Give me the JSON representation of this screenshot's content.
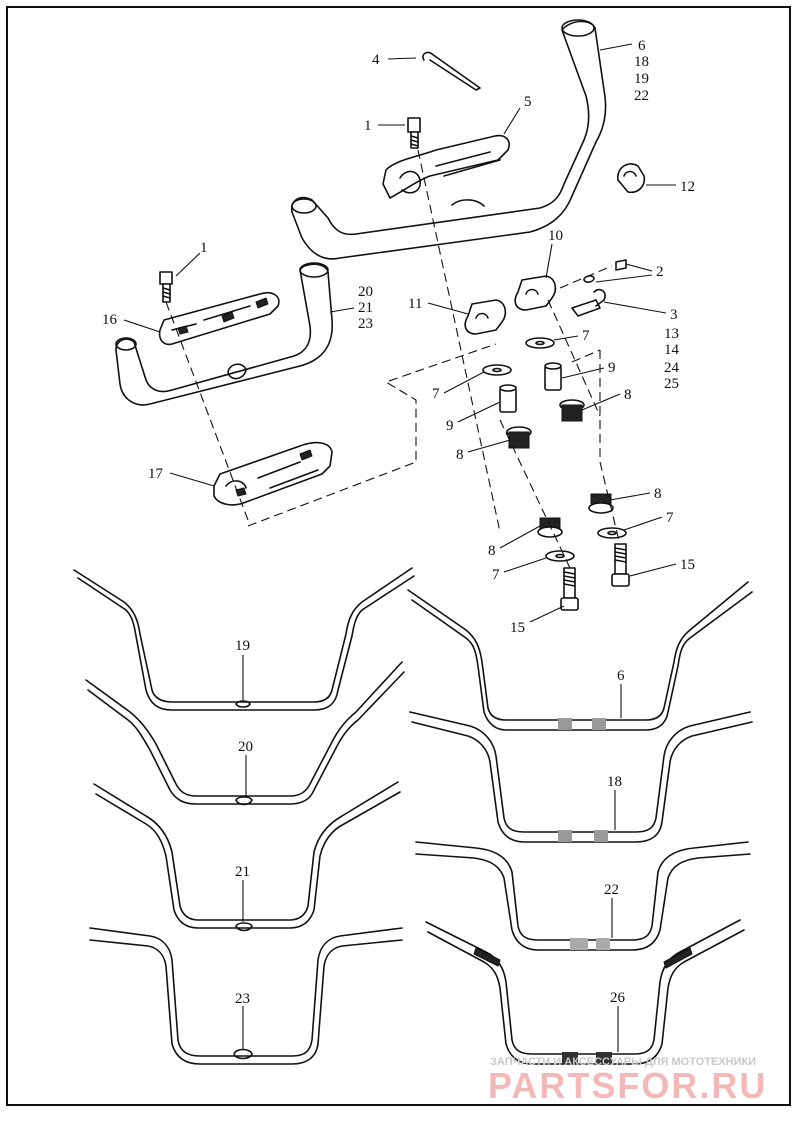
{
  "diagram": {
    "labels": {
      "l1a": "1",
      "l1b": "1",
      "l2": "2",
      "l3": "3",
      "l4": "4",
      "l5": "5",
      "l6a": "6",
      "l6b": "6",
      "l7a": "7",
      "l7b": "7",
      "l7c": "7",
      "l7d": "7",
      "l8a": "8",
      "l8b": "8",
      "l8c": "8",
      "l8d": "8",
      "l9a": "9",
      "l9b": "9",
      "l10": "10",
      "l11": "11",
      "l12": "12",
      "l13": "13",
      "l14": "14",
      "l15a": "15",
      "l15b": "15",
      "l16": "16",
      "l17": "17",
      "l18a": "18",
      "l18b": "18",
      "l19a": "19",
      "l19b": "19",
      "l20a": "20",
      "l20b": "20",
      "l21a": "21",
      "l21b": "21",
      "l22a": "22",
      "l22b": "22",
      "l23a": "23",
      "l23b": "23",
      "l24": "24",
      "l25": "25",
      "l26": "26"
    }
  },
  "watermark": {
    "caption": "ЗАПЧАСТИ И АКСЕССУАРЫ ДЛЯ МОТОТЕХНИКИ",
    "brand": "PARTSFOR.RU"
  }
}
